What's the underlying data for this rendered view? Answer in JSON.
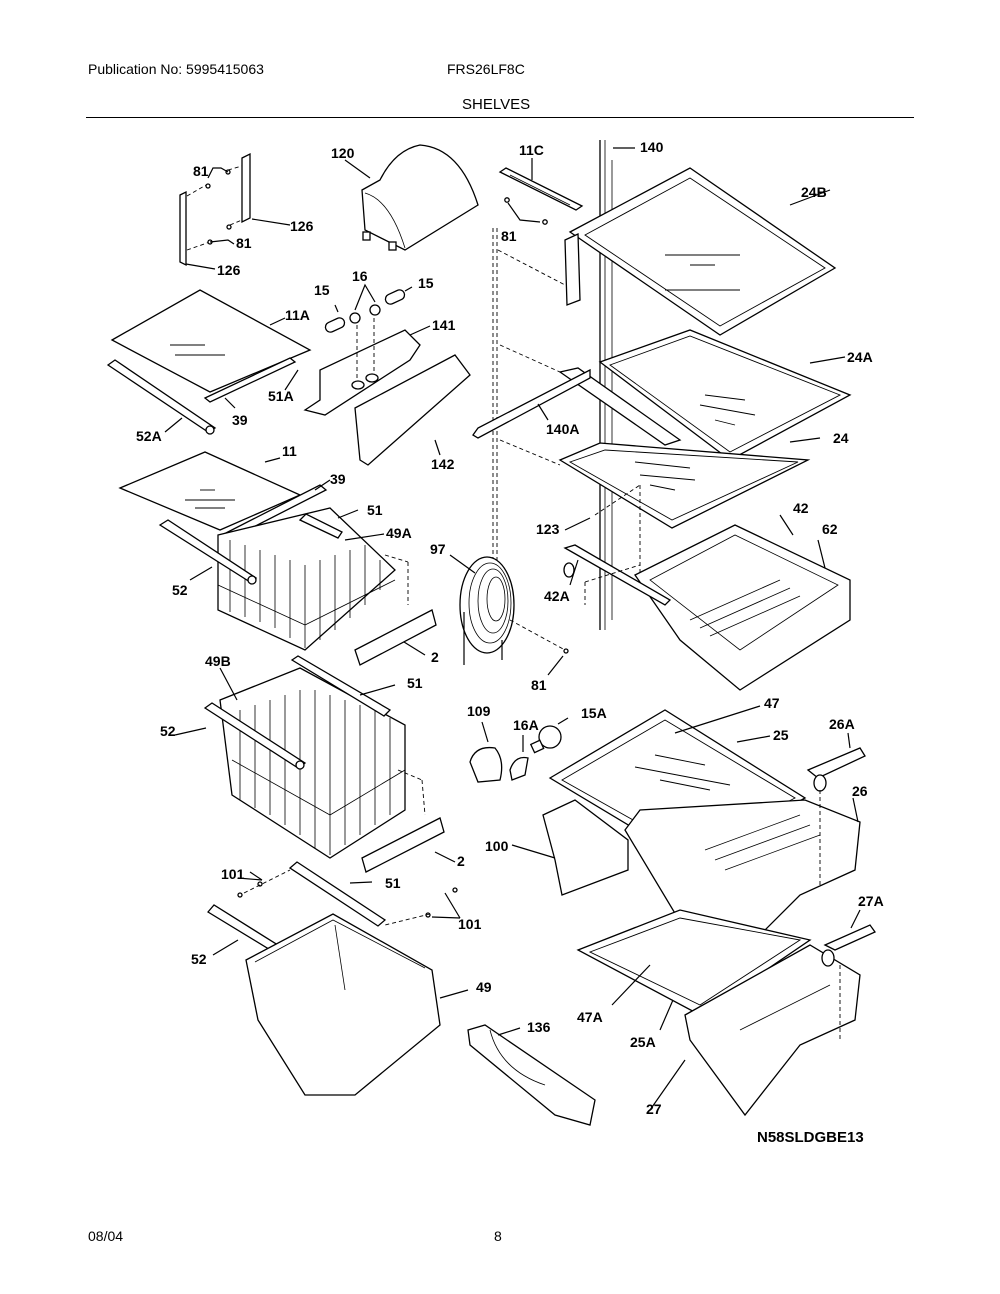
{
  "header": {
    "publication": "Publication No: 5995415063",
    "model": "FRS26LF8C",
    "section_title": "SHELVES"
  },
  "footer": {
    "date": "08/04",
    "page": "8"
  },
  "diagram": {
    "drawing_code": "N58SLDGBE13",
    "callouts": [
      {
        "id": "c-81a",
        "text": "81"
      },
      {
        "id": "c-120",
        "text": "120"
      },
      {
        "id": "c-11c",
        "text": "11C"
      },
      {
        "id": "c-140",
        "text": "140"
      },
      {
        "id": "c-24b",
        "text": "24B"
      },
      {
        "id": "c-126a",
        "text": "126"
      },
      {
        "id": "c-81b",
        "text": "81"
      },
      {
        "id": "c-126b",
        "text": "126"
      },
      {
        "id": "c-81c",
        "text": "81"
      },
      {
        "id": "c-16",
        "text": "16"
      },
      {
        "id": "c-15a",
        "text": "15"
      },
      {
        "id": "c-15b",
        "text": "15"
      },
      {
        "id": "c-11a",
        "text": "11A"
      },
      {
        "id": "c-141",
        "text": "141"
      },
      {
        "id": "c-24a",
        "text": "24A"
      },
      {
        "id": "c-51a",
        "text": "51A"
      },
      {
        "id": "c-39a",
        "text": "39"
      },
      {
        "id": "c-52a",
        "text": "52A"
      },
      {
        "id": "c-140a",
        "text": "140A"
      },
      {
        "id": "c-24",
        "text": "24"
      },
      {
        "id": "c-142",
        "text": "142"
      },
      {
        "id": "c-11",
        "text": "11"
      },
      {
        "id": "c-39b",
        "text": "39"
      },
      {
        "id": "c-51b",
        "text": "51"
      },
      {
        "id": "c-49a",
        "text": "49A"
      },
      {
        "id": "c-123",
        "text": "123"
      },
      {
        "id": "c-42",
        "text": "42"
      },
      {
        "id": "c-62",
        "text": "62"
      },
      {
        "id": "c-97",
        "text": "97"
      },
      {
        "id": "c-52b",
        "text": "52"
      },
      {
        "id": "c-42a",
        "text": "42A"
      },
      {
        "id": "c-2a",
        "text": "2"
      },
      {
        "id": "c-81d",
        "text": "81"
      },
      {
        "id": "c-49b",
        "text": "49B"
      },
      {
        "id": "c-51c",
        "text": "51"
      },
      {
        "id": "c-109",
        "text": "109"
      },
      {
        "id": "c-16a",
        "text": "16A"
      },
      {
        "id": "c-15aa",
        "text": "15A"
      },
      {
        "id": "c-47",
        "text": "47"
      },
      {
        "id": "c-52c",
        "text": "52"
      },
      {
        "id": "c-25",
        "text": "25"
      },
      {
        "id": "c-26a",
        "text": "26A"
      },
      {
        "id": "c-26",
        "text": "26"
      },
      {
        "id": "c-100",
        "text": "100"
      },
      {
        "id": "c-2b",
        "text": "2"
      },
      {
        "id": "c-101a",
        "text": "101"
      },
      {
        "id": "c-51d",
        "text": "51"
      },
      {
        "id": "c-27a",
        "text": "27A"
      },
      {
        "id": "c-101b",
        "text": "101"
      },
      {
        "id": "c-52d",
        "text": "52"
      },
      {
        "id": "c-49",
        "text": "49"
      },
      {
        "id": "c-47a",
        "text": "47A"
      },
      {
        "id": "c-136",
        "text": "136"
      },
      {
        "id": "c-25a",
        "text": "25A"
      },
      {
        "id": "c-27",
        "text": "27"
      }
    ]
  }
}
